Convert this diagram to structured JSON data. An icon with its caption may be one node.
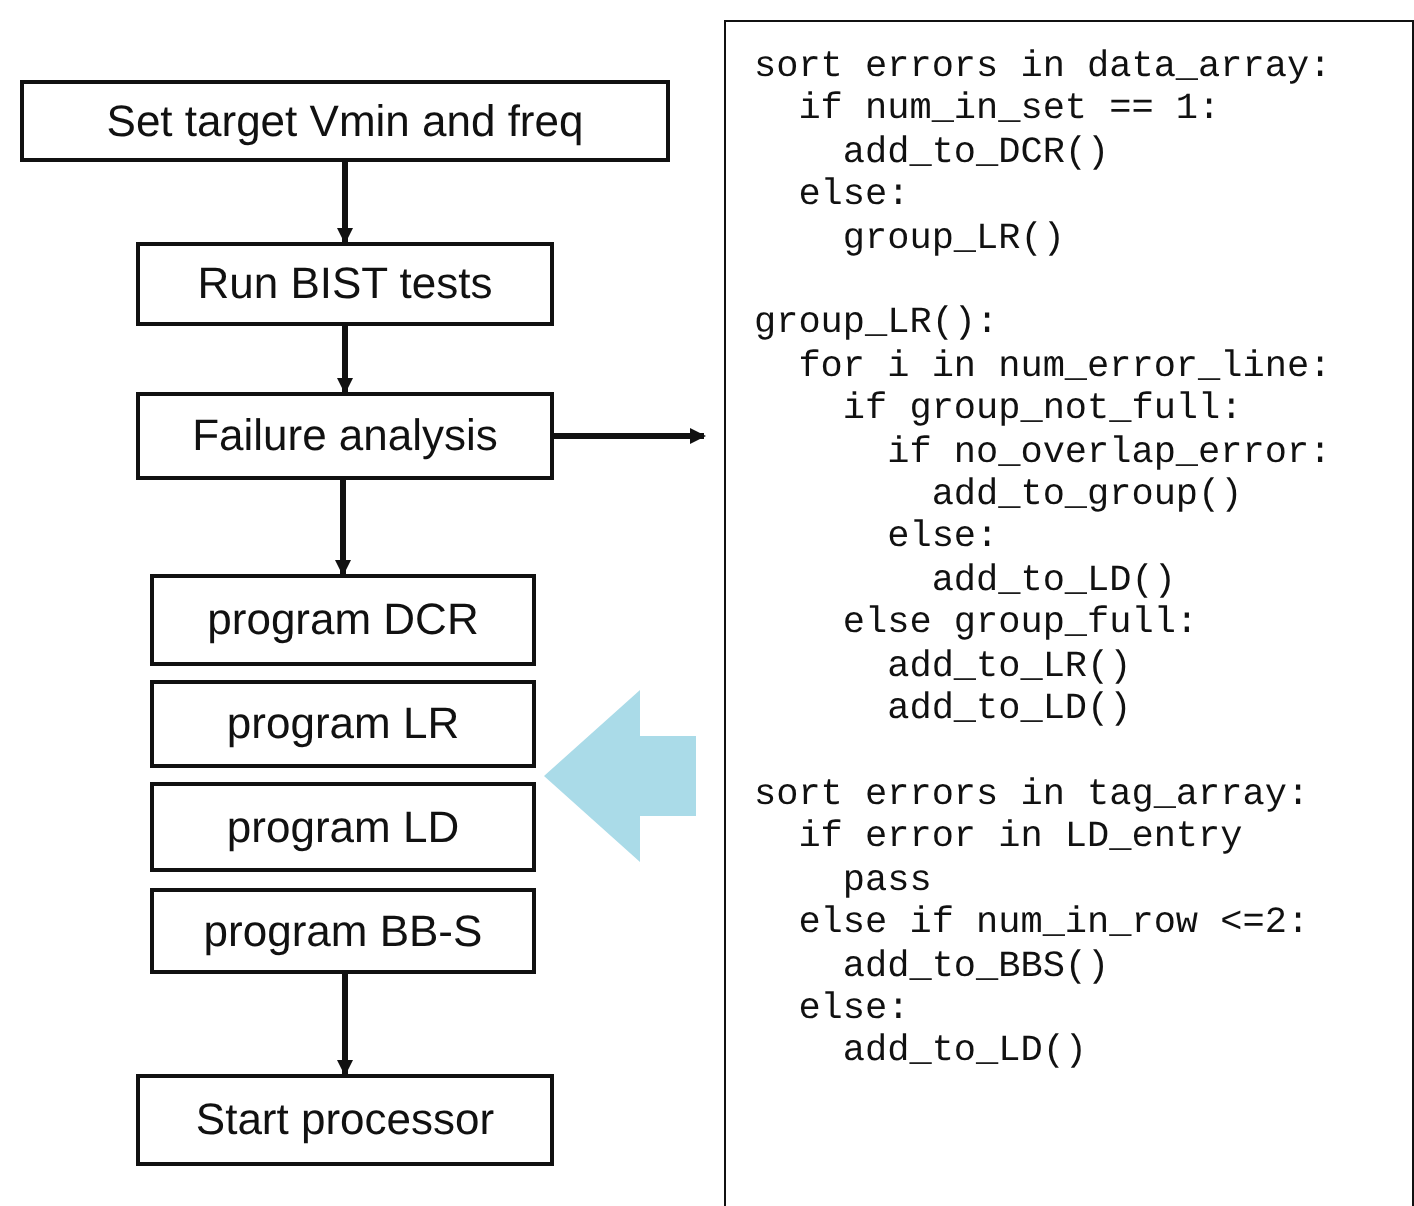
{
  "diagram": {
    "nodes": [
      {
        "text": [
          "Set target Vmin and freq"
        ]
      },
      {
        "text": [
          "Run BIST tests"
        ]
      },
      {
        "text": [
          "Failure analysis"
        ]
      },
      {
        "text": [
          "program DCR"
        ]
      },
      {
        "text": [
          "program LR"
        ]
      },
      {
        "text": [
          "program LD"
        ]
      },
      {
        "text": [
          "program BB-S"
        ]
      },
      {
        "text": [
          "Start processor"
        ]
      },
      {
        "text": [
          "sort errors in data_array:",
          "  if num_in_set == 1:",
          "    add_to_DCR()",
          "  else:",
          "    group_LR()",
          "group_LR():",
          "  for i in num_error_line:",
          "    if group_not_full:",
          "      if no_overlap_error:",
          "        add_to_group()",
          "      else:",
          "        add_to_LD()",
          "    else group_full:",
          "      add_to_LR()",
          "      add_to_LD()",
          "sort errors in tag_array:",
          "  if error in LD_entry",
          "    pass",
          "  else if num_in_row <=2:",
          "    add_to_BBS()",
          "  else:",
          "    add_to_LD()"
        ]
      }
    ],
    "edges": [
      {
        "from": 0,
        "to": 1,
        "arrow": "to"
      },
      {
        "from": 1,
        "to": 2,
        "arrow": "to"
      },
      {
        "from": 2,
        "to": 3,
        "arrow": "to"
      },
      {
        "from": 6,
        "to": 7,
        "arrow": "to"
      },
      {
        "from": 2,
        "to": 8,
        "arrow": "to"
      },
      {
        "from": 8,
        "to": null,
        "arrow": "to",
        "style": "thick",
        "color": "#aadbe8"
      }
    ]
  }
}
